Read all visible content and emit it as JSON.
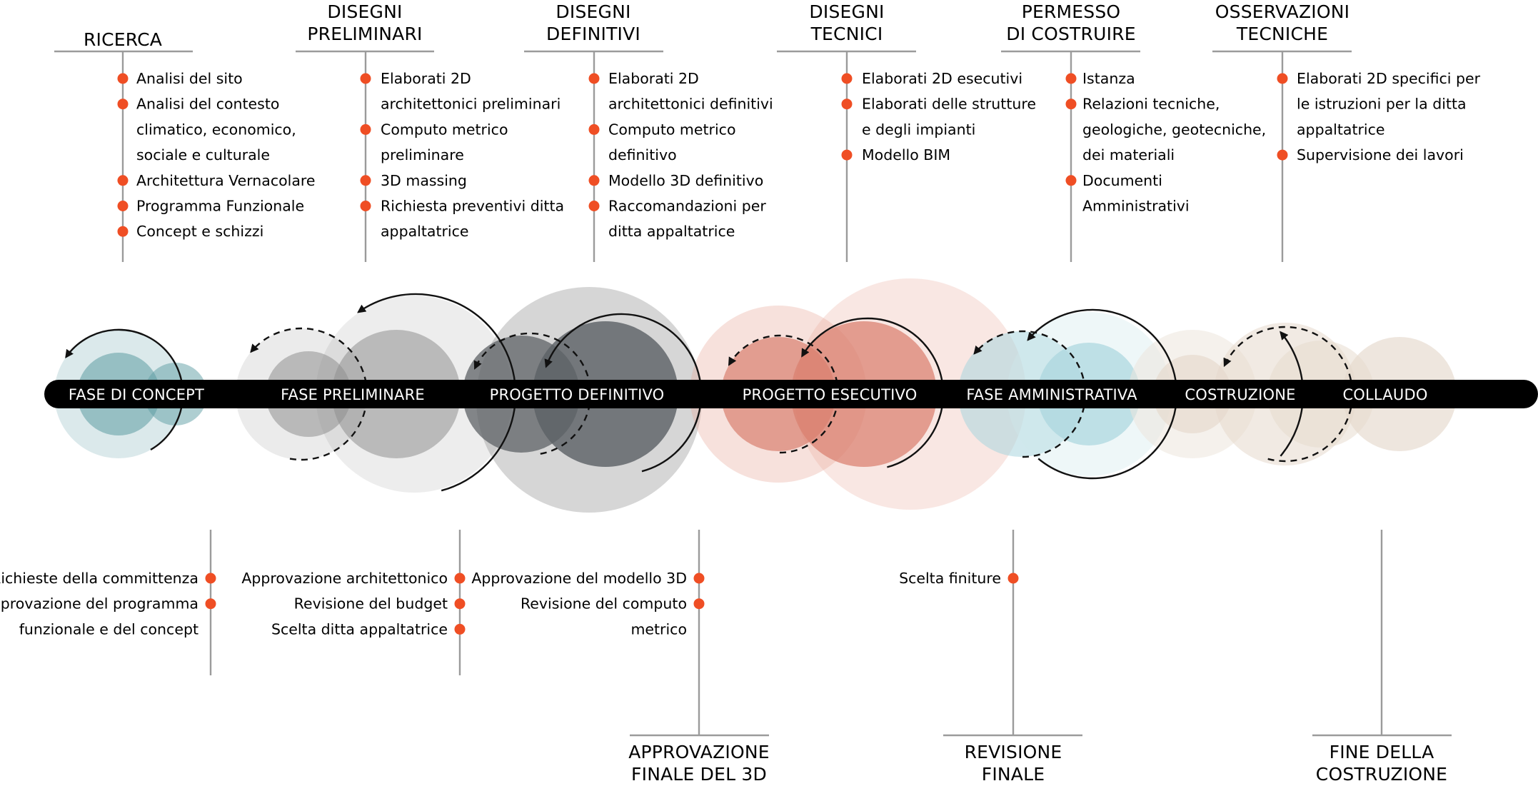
{
  "top_groups": [
    {
      "title": [
        "RICERCA"
      ],
      "items": [
        "Analisi del sito",
        [
          "Analisi del contesto",
          "climatico, economico,",
          "sociale e culturale"
        ],
        "Architettura Vernacolare",
        "Programma Funzionale",
        "Concept e schizzi"
      ]
    },
    {
      "title": [
        "DISEGNI",
        "PRELIMINARI"
      ],
      "items": [
        [
          "Elaborati 2D",
          "architettonici preliminari"
        ],
        [
          "Computo metrico",
          "preliminare"
        ],
        "3D massing",
        [
          "Richiesta preventivi ditta",
          "appaltatrice"
        ]
      ]
    },
    {
      "title": [
        "DISEGNI",
        "DEFINITIVI"
      ],
      "items": [
        [
          "Elaborati 2D",
          "architettonici definitivi"
        ],
        [
          "Computo metrico",
          "definitivo"
        ],
        "Modello 3D definitivo",
        [
          "Raccomandazioni per",
          "ditta appaltatrice"
        ]
      ]
    },
    {
      "title": [
        "DISEGNI",
        "TECNICI"
      ],
      "items": [
        "Elaborati 2D esecutivi",
        [
          "Elaborati delle strutture",
          "e degli impianti"
        ],
        "Modello BIM"
      ]
    },
    {
      "title": [
        "PERMESSO",
        "DI COSTRUIRE"
      ],
      "items": [
        "Istanza",
        [
          "Relazioni tecniche,",
          "geologiche, geotecniche,",
          "dei materiali"
        ],
        [
          "Documenti",
          "Amministrativi"
        ]
      ]
    },
    {
      "title": [
        "OSSERVAZIONI",
        "TECNICHE"
      ],
      "items": [
        [
          "Elaborati 2D specifici per",
          "le istruzioni per la ditta",
          "appaltatrice"
        ],
        "Supervisione dei lavori"
      ]
    }
  ],
  "phases": [
    "FASE DI CONCEPT",
    "FASE PRELIMINARE",
    "PROGETTO DEFINITIVO",
    "PROGETTO ESECUTIVO",
    "FASE AMMINISTRATIVA",
    "COSTRUZIONE",
    "COLLAUDO"
  ],
  "bottom_groups": [
    {
      "items": [
        "Richieste della committenza",
        [
          "Approvazione del programma",
          "funzionale e del concept"
        ]
      ]
    },
    {
      "items": [
        "Approvazione architettonico",
        "Revisione del budget",
        "Scelta ditta appaltatrice"
      ]
    },
    {
      "items": [
        "Approvazione del modello 3D",
        [
          "Revisione del computo",
          "metrico"
        ]
      ]
    },
    {
      "items": [
        "Scelta finiture"
      ]
    }
  ],
  "milestones": [
    {
      "title": [
        "APPROVAZIONE",
        "FINALE DEL 3D"
      ]
    },
    {
      "title": [
        "REVISIONE",
        "FINALE"
      ]
    },
    {
      "title": [
        "FINE DELLA",
        "COSTRUZIONE"
      ]
    }
  ],
  "colors": {
    "bullet": "#ef4e24",
    "bar": "#000000",
    "stem": "#9b9b9b",
    "teal": "#5d9da3",
    "gray": "#8f8f8f",
    "dark_gray": "#5d6166",
    "salmon": "#d9806f",
    "light_blue": "#a9d6de",
    "beige": "#e5d9cc"
  }
}
